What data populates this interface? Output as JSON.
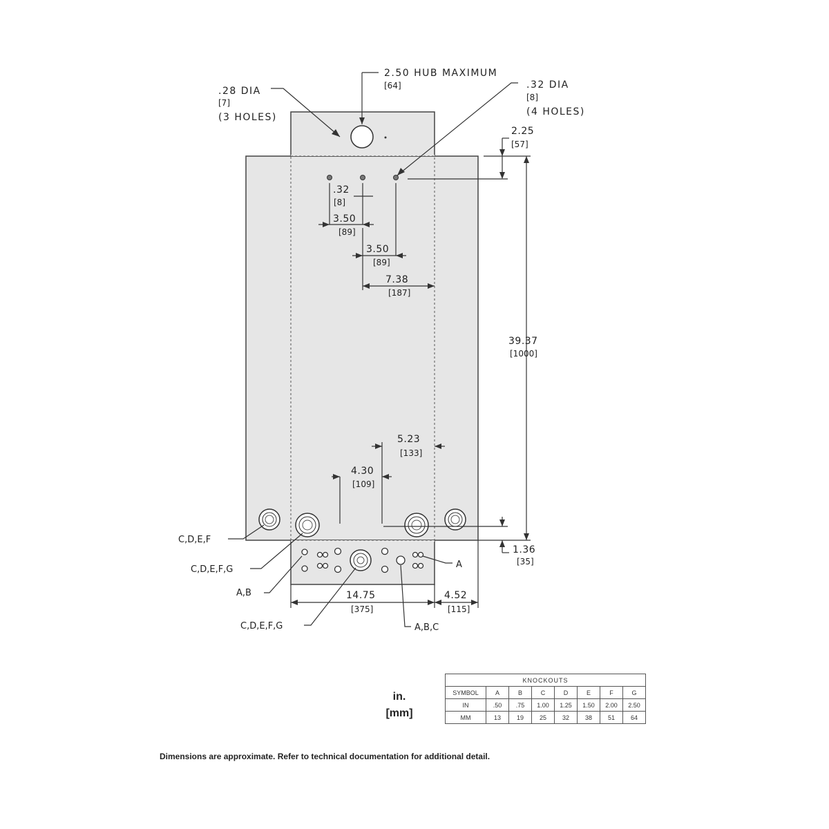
{
  "callouts": {
    "hub": {
      "dim": "2.50  HUB  MAXIMUM",
      "mm": "[64]"
    },
    "left_holes": {
      "dim": ".28  DIA",
      "mm": "[7]",
      "qty": "(3  HOLES)"
    },
    "right_holes": {
      "dim": ".32  DIA",
      "mm": "[8]",
      "qty": "(4  HOLES)"
    }
  },
  "dimensions": {
    "top_offset": {
      "in": "2.25",
      "mm": "[57]"
    },
    "height": {
      "in": "39.37",
      "mm": "[1000]"
    },
    "bottom_offset": {
      "in": "1.36",
      "mm": "[35]"
    },
    "hole_small": {
      "in": ".32",
      "mm": "[8]"
    },
    "spacing_a": {
      "in": "3.50",
      "mm": "[89]"
    },
    "spacing_b": {
      "in": "3.50",
      "mm": "[89]"
    },
    "hole_to_edge": {
      "in": "7.38",
      "mm": "[187]"
    },
    "bottom_a": {
      "in": "5.23",
      "mm": "[133]"
    },
    "bottom_b": {
      "in": "4.30",
      "mm": "[109]"
    },
    "width": {
      "in": "14.75",
      "mm": "[375]"
    },
    "depth": {
      "in": "4.52",
      "mm": "[115]"
    }
  },
  "knockout_labels": {
    "left_outer": "C,D,E,F",
    "left_inner": "C,D,E,F,G",
    "left_small": "A,B",
    "center": "C,D,E,F,G",
    "right_small": "A,B,C",
    "right": "A"
  },
  "units": {
    "in": "in.",
    "mm": "[mm]"
  },
  "knockouts_table": {
    "caption": "KNOCKOUTS",
    "header": [
      "SYMBOL",
      "A",
      "B",
      "C",
      "D",
      "E",
      "F",
      "G"
    ],
    "rows": [
      [
        "IN",
        ".50",
        ".75",
        "1.00",
        "1.25",
        "1.50",
        "2.00",
        "2.50"
      ],
      [
        "MM",
        "13",
        "19",
        "25",
        "32",
        "38",
        "51",
        "64"
      ]
    ]
  },
  "footer_note": "Dimensions are approximate. Refer to technical documentation for additional detail.",
  "colors": {
    "body": "#e6e6e6",
    "stroke": "#333333"
  }
}
